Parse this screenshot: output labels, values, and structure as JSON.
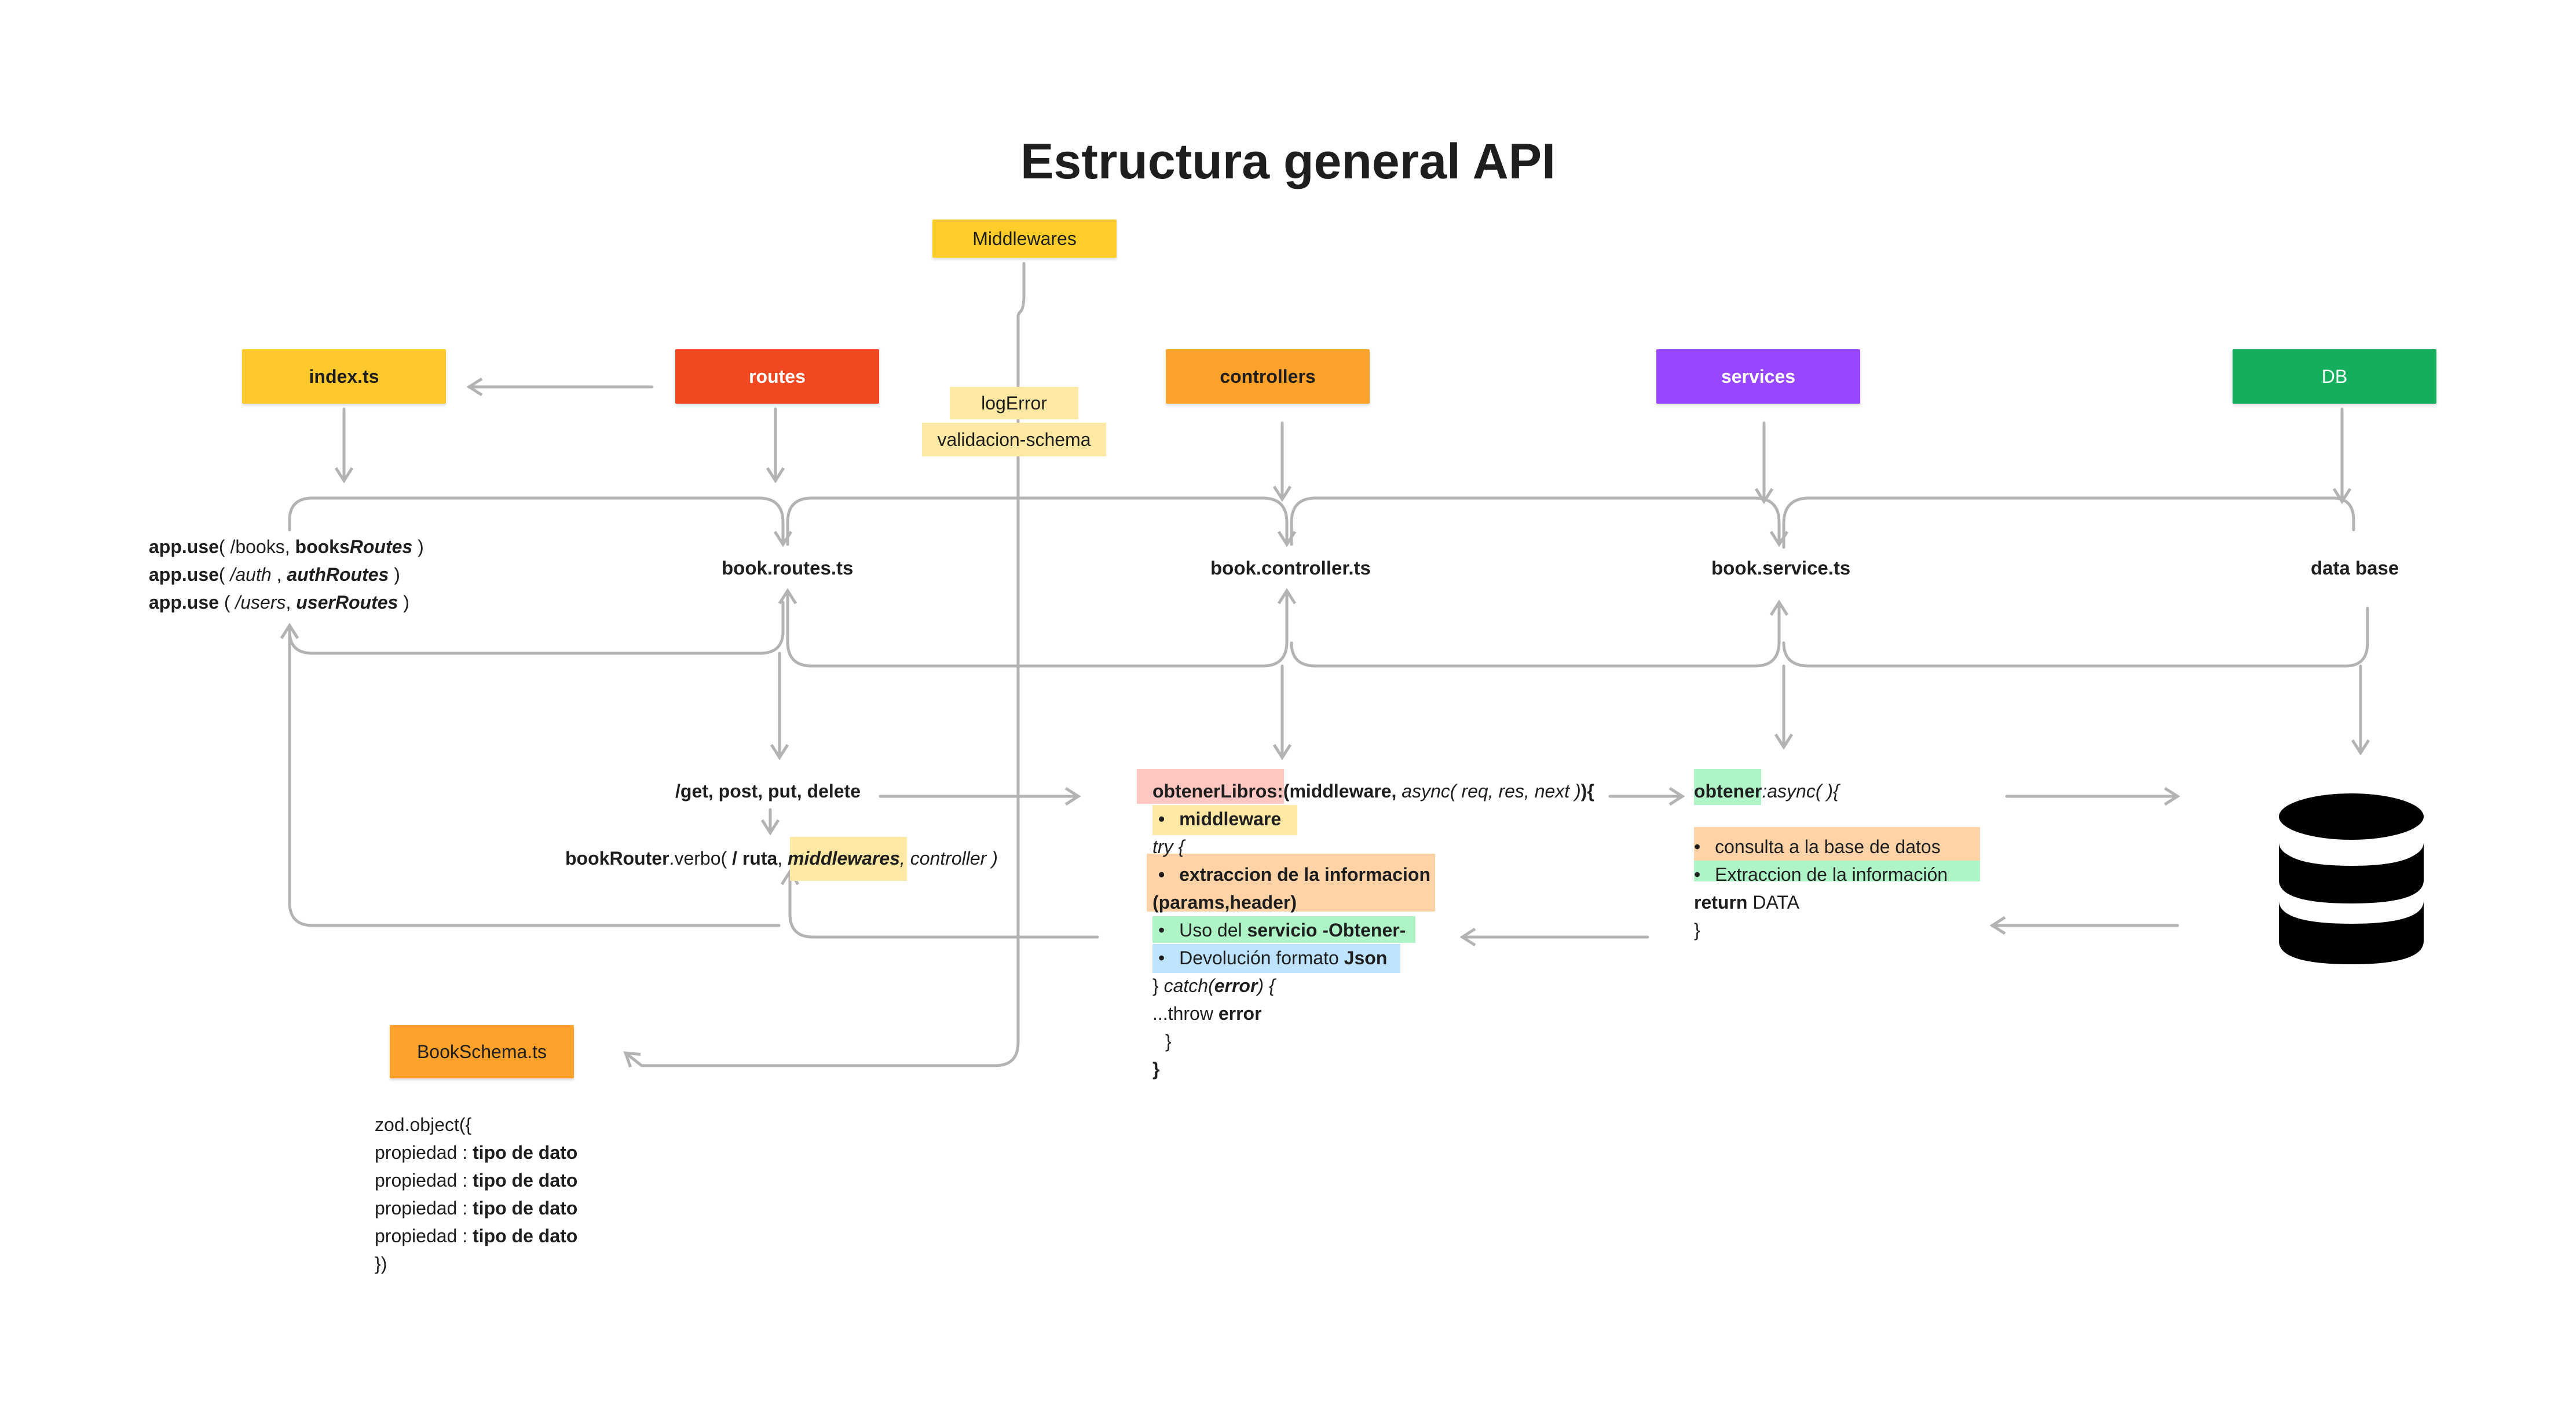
{
  "title": "Estructura general API",
  "colors": {
    "index": "#ffc92e",
    "routes": "#f24822",
    "middlewares": "#ffcd29",
    "controllers": "#ffa22b",
    "services": "#9747ff",
    "db": "#14ae5c",
    "schema": "#ffa22b",
    "tag_light": "#ffe8a3",
    "arrow": "#b3b3b3",
    "hl_red": "#ffc7c2",
    "hl_yellow": "#ffe8a3",
    "hl_orange": "#ffd3a8",
    "hl_green": "#aff4c6",
    "hl_blue": "#bde3ff"
  },
  "stickies": {
    "index": "index.ts",
    "routes": "routes",
    "middlewares": "Middlewares",
    "controllers": "controllers",
    "services": "services",
    "db": "DB",
    "schema": "BookSchema.ts"
  },
  "middleware_tags": [
    "logError",
    "validacion-schema"
  ],
  "files": {
    "routes": "book.routes.ts",
    "controller": "book.controller.ts",
    "service": "book.service.ts",
    "database": "data base"
  },
  "index_code": [
    {
      "fn": "app.use",
      "open": "( /books, ",
      "var": "books",
      "var_i": "Routes",
      "close": " )"
    },
    {
      "fn": "app.use",
      "open": "(  ",
      "path": "/auth",
      "mid": " , ",
      "var_i": "authRoutes",
      "close": " )"
    },
    {
      "fn": "app.use",
      "open": " ( ",
      "path": "/users",
      "mid": ", ",
      "var_i": "userRoutes",
      "close": " )"
    }
  ],
  "routes_code": {
    "verbs": "/get, post, put, delete",
    "router_fn": "bookRouter",
    "router_method": ".verbo( ",
    "router_path": "/ ruta",
    "router_sep": ", ",
    "router_mw": "middlewares",
    "router_rest": ", controller )"
  },
  "controller_code": {
    "fn_name": "obtenerLibros:",
    "fn_args_a": "(middleware, ",
    "fn_args_b": "async( req, res, next )",
    "fn_args_c": "){",
    "bullet_middleware": "middleware",
    "try": "try {",
    "bullet_extract_a": "extraccion de la informacion",
    "bullet_extract_b": "(params,header)",
    "bullet_use_a": "Uso del ",
    "bullet_use_b": "servicio -Obtener-",
    "bullet_format_a": "Devolución formato ",
    "bullet_format_b": "Json",
    "catch_a": "} ",
    "catch_b": "catch(",
    "catch_c": "error",
    "catch_d": ") {",
    "throw_a": "...throw ",
    "throw_b": "error",
    "close_inner": "}",
    "close_outer": "}"
  },
  "service_code": {
    "fn_name": "obtener",
    "fn_rest": ":async( ){",
    "bullet_query": "consulta a la base de datos",
    "bullet_extract": "Extraccion de la información",
    "return_kw": "return",
    "return_val": " DATA",
    "close": "}"
  },
  "schema_code": {
    "open": "zod.object({",
    "prop_label": "propiedad :  ",
    "prop_type": "tipo de dato",
    "rows": 4,
    "close": "})"
  },
  "icons": {
    "database": "database-icon"
  }
}
